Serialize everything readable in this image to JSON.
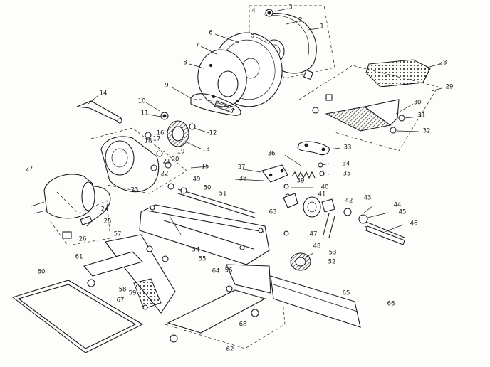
{
  "diagram": {
    "callouts": [
      "1",
      "2",
      "3",
      "4",
      "5",
      "6",
      "7",
      "8",
      "9",
      "10",
      "11",
      "12",
      "13",
      "14",
      "15",
      "16",
      "17",
      "18",
      "19",
      "20",
      "21",
      "22",
      "23",
      "24",
      "25",
      "26",
      "27",
      "28",
      "29",
      "30",
      "31",
      "32",
      "33",
      "34",
      "35",
      "36",
      "37",
      "38",
      "39",
      "40",
      "41",
      "42",
      "43",
      "44",
      "45",
      "46",
      "47",
      "48",
      "49",
      "50",
      "51",
      "52",
      "53",
      "54",
      "55",
      "56",
      "57",
      "58",
      "59",
      "60",
      "61",
      "62",
      "63",
      "64",
      "65",
      "66",
      "67",
      "68"
    ]
  }
}
